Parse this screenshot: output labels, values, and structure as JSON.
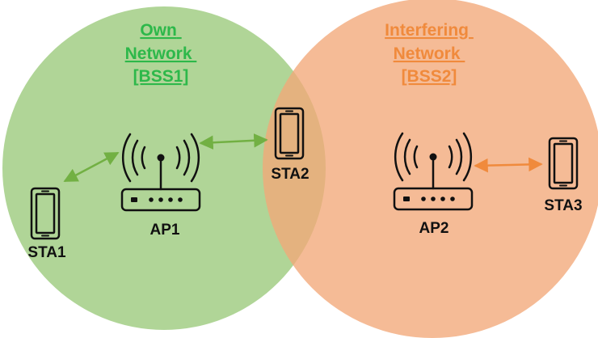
{
  "networks": {
    "own": {
      "title_lines": [
        "Own",
        "Network",
        "[BSS1]"
      ],
      "color": "#2db84a",
      "fill": "#9fcc80"
    },
    "interfering": {
      "title_lines": [
        "Interfering",
        "Network",
        "[BSS2]"
      ],
      "color": "#f08a3c",
      "fill": "#f2a878"
    }
  },
  "devices": {
    "ap1": {
      "label": "AP1",
      "icon": "wifi-router-icon"
    },
    "ap2": {
      "label": "AP2",
      "icon": "wifi-router-icon"
    },
    "sta1": {
      "label": "STA1",
      "icon": "smartphone-icon"
    },
    "sta2": {
      "label": "STA2",
      "icon": "smartphone-icon"
    },
    "sta3": {
      "label": "STA3",
      "icon": "smartphone-icon"
    }
  },
  "links": [
    {
      "from": "STA1",
      "to": "AP1",
      "color": "#72b043"
    },
    {
      "from": "AP1",
      "to": "STA2",
      "color": "#72b043"
    },
    {
      "from": "AP2",
      "to": "STA3",
      "color": "#f08a3c"
    }
  ]
}
